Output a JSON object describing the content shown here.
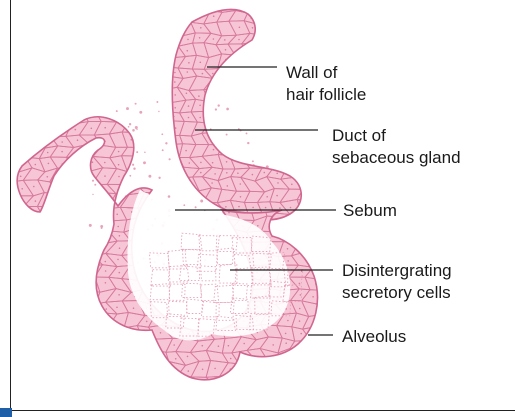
{
  "colors": {
    "tissue_fill": "#f7c6d6",
    "tissue_stroke": "#d0668f",
    "cell_line": "#d77a9c",
    "sebum_dot": "#e7a3bb",
    "leader_line": "#222222",
    "frame_accent": "#1f5fa8"
  },
  "labels": {
    "wall_of_hair_follicle": [
      "Wall of",
      "hair follicle"
    ],
    "duct_of_sebaceous_gland": [
      "Duct of",
      "sebaceous gland"
    ],
    "sebum": [
      "Sebum"
    ],
    "disintegrating_secretory_cells": [
      "Disintergrating",
      "secretory cells"
    ],
    "alveolus": [
      "Alveolus"
    ]
  }
}
